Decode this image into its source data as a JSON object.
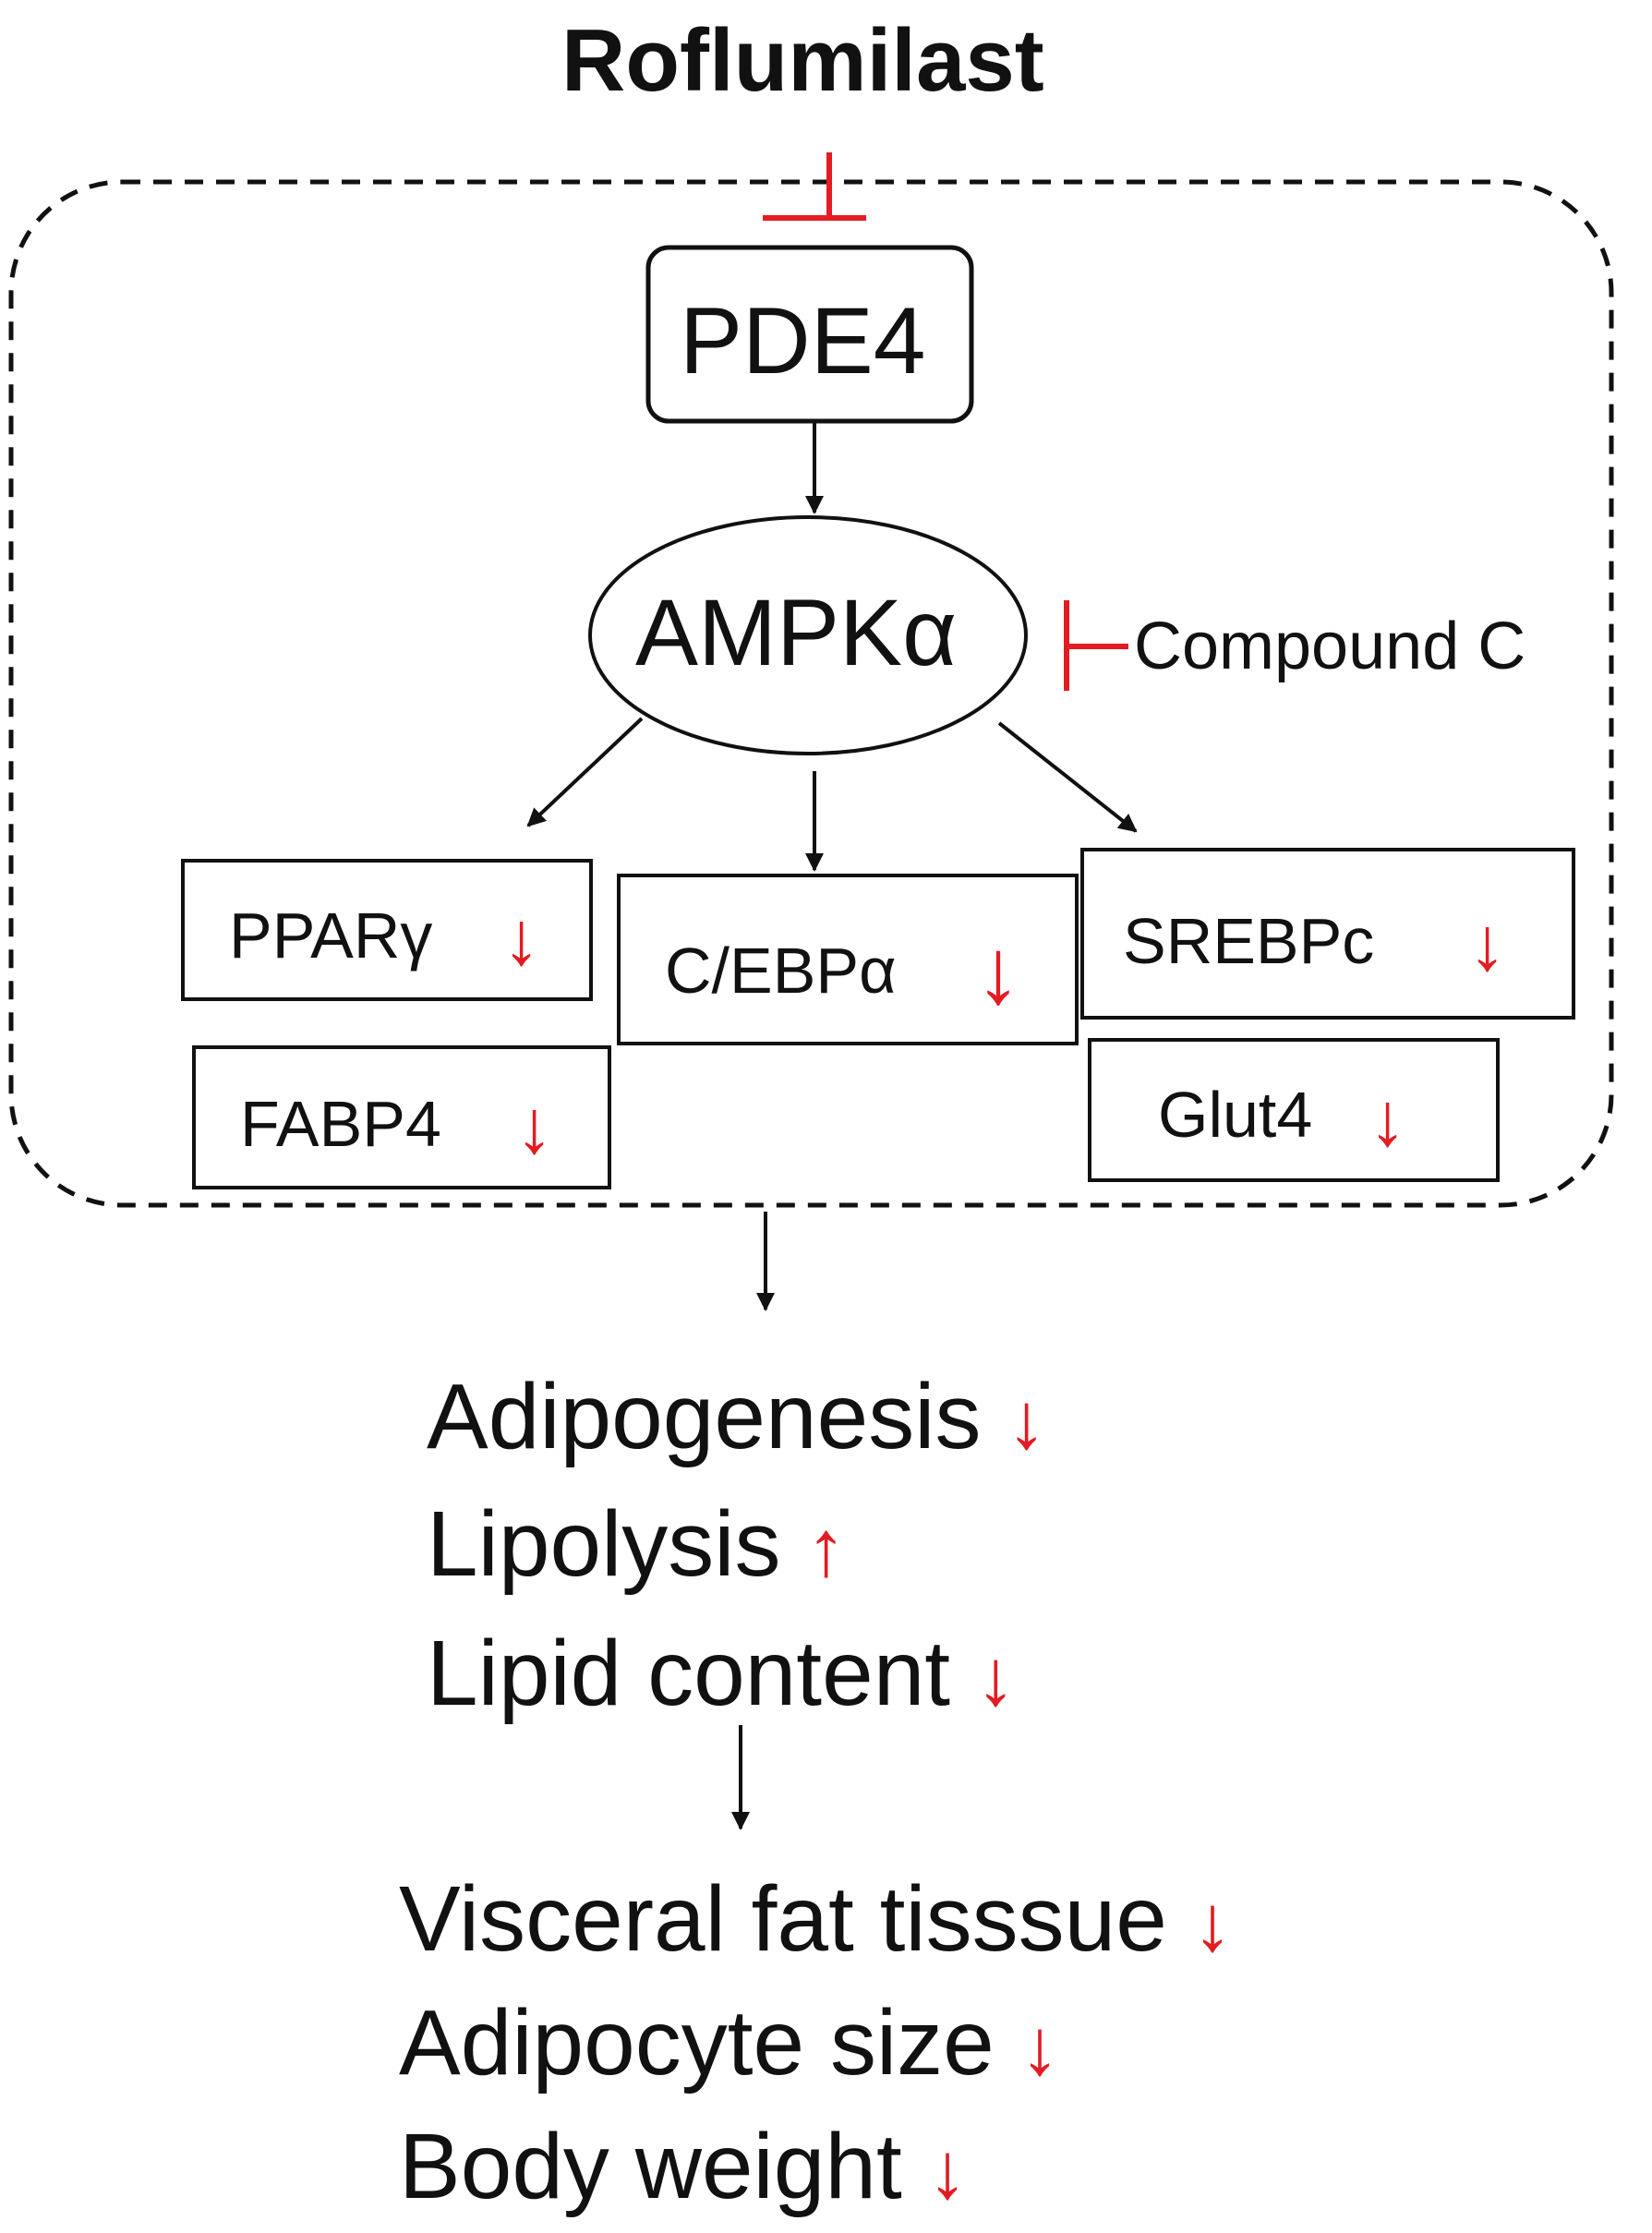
{
  "diagram": {
    "title": "Roflumilast",
    "pde4": "PDE4",
    "ampk": "AMPKα",
    "inhibitor": "Compound C",
    "targets": {
      "ppar": "PPARγ",
      "cebp": "C/EBPα",
      "srebp": "SREBPc",
      "fabp4": "FABP4",
      "glut4": "Glut4"
    },
    "outcomes_1": {
      "adipogenesis": "Adipogenesis",
      "lipolysis": "Lipolysis",
      "lipid": "Lipid content"
    },
    "outcomes_2": {
      "visceral": "Visceral fat tisssue",
      "adipocyte": "Adipocyte size",
      "weight": "Body weight"
    },
    "down_symbol": "↓",
    "up_symbol": "↑",
    "colors": {
      "inhibit": "#e31b23",
      "change": "#e31b23",
      "line": "#111111"
    }
  }
}
